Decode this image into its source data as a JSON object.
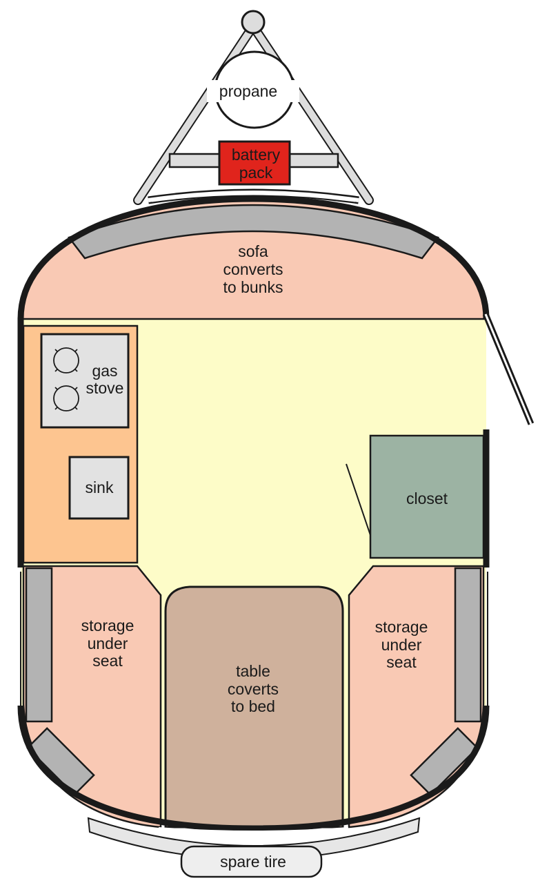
{
  "labels": {
    "propane": "propane",
    "battery_line1": "battery",
    "battery_line2": "pack",
    "sofa_line1": "sofa",
    "sofa_line2": "converts",
    "sofa_line3": "to bunks",
    "stove_line1": "gas",
    "stove_line2": "stove",
    "sink": "sink",
    "closet": "closet",
    "storage_left_line1": "storage",
    "storage_left_line2": "under",
    "storage_left_line3": "seat",
    "storage_right_line1": "storage",
    "storage_right_line2": "under",
    "storage_right_line3": "seat",
    "table_line1": "table",
    "table_line2": "coverts",
    "table_line3": "to bed",
    "spare_tire": "spare tire"
  },
  "colors": {
    "floor": "#fdfcc8",
    "seating": "#f9c9b4",
    "kitchen": "#fdc590",
    "appliance": "#e2e2e2",
    "cushion": "#b3b3b3",
    "battery": "#e0241c",
    "closet": "#9cb3a3",
    "table": "#cfb19c",
    "wall": "#1a1a1a",
    "frame": "#dddddd"
  }
}
